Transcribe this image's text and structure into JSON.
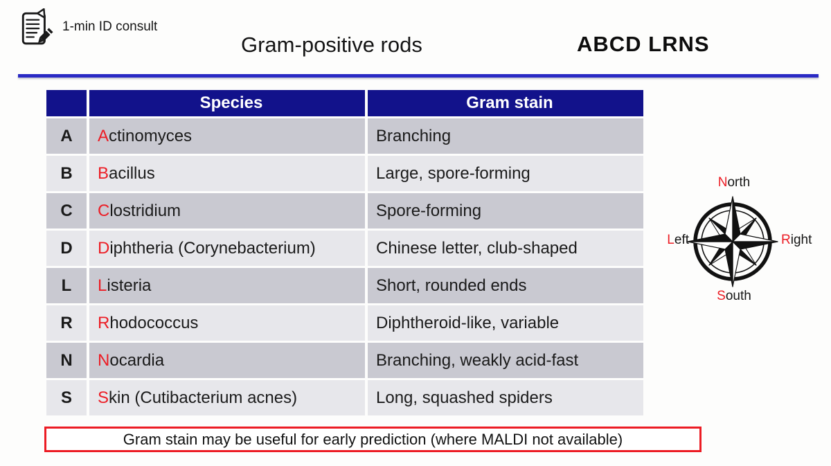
{
  "header": {
    "consult_label": "1-min ID consult",
    "title": "Gram-positive rods",
    "mnemonic": "ABCD LRNS"
  },
  "colors": {
    "header_bg": "#12128B",
    "row_dark": "#C9C9D1",
    "row_light": "#E7E7EB",
    "accent_red": "#EC1C24",
    "divider_blue": "#2A2AC4"
  },
  "icons": {
    "badge": "memo-pencil-icon",
    "compass": "compass-rose"
  },
  "table": {
    "headers": [
      "",
      "Species",
      "Gram stain"
    ],
    "rows": [
      {
        "letter": "A",
        "species_initial": "A",
        "species_rest": "ctinomyces",
        "gram": "Branching"
      },
      {
        "letter": "B",
        "species_initial": "B",
        "species_rest": "acillus",
        "gram": "Large, spore-forming"
      },
      {
        "letter": "C",
        "species_initial": "C",
        "species_rest": "lostridium",
        "gram": "Spore-forming"
      },
      {
        "letter": "D",
        "species_initial": "D",
        "species_rest": "iphtheria (Corynebacterium)",
        "gram": "Chinese letter, club-shaped"
      },
      {
        "letter": "L",
        "species_initial": "L",
        "species_rest": "isteria",
        "gram": "Short, rounded ends"
      },
      {
        "letter": "R",
        "species_initial": "R",
        "species_rest": "hodococcus",
        "gram": "Diphtheroid-like, variable"
      },
      {
        "letter": "N",
        "species_initial": "N",
        "species_rest": "ocardia",
        "gram": "Branching, weakly acid-fast"
      },
      {
        "letter": "S",
        "species_initial": "S",
        "species_rest": "kin (Cutibacterium acnes)",
        "gram": "Long, squashed spiders"
      }
    ]
  },
  "compass": {
    "north_initial": "N",
    "north_rest": "orth",
    "south_initial": "S",
    "south_rest": "outh",
    "left_initial": "L",
    "left_rest": "eft",
    "right_initial": "R",
    "right_rest": "ight"
  },
  "footer": {
    "note": "Gram stain may be useful for early prediction (where MALDI not available)"
  }
}
